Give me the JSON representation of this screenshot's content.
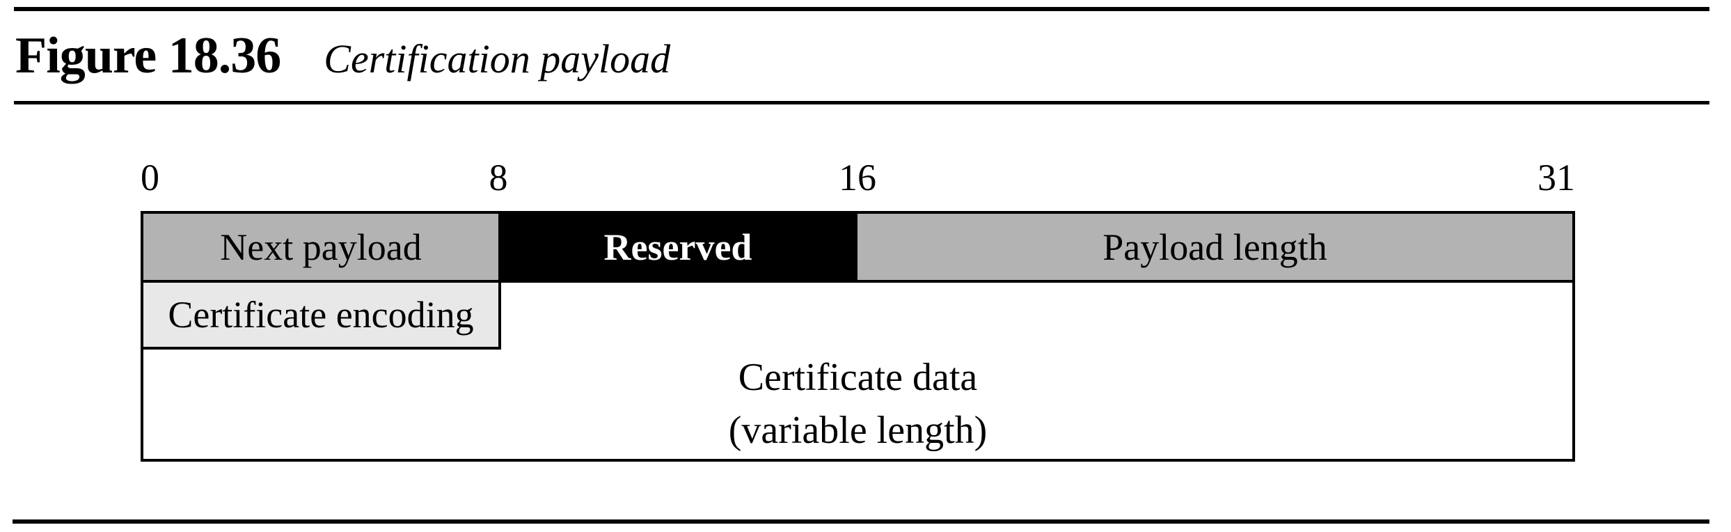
{
  "figure": {
    "label": "Figure 18.36",
    "caption": "Certification payload"
  },
  "diagram": {
    "bit_labels": [
      "0",
      "8",
      "16",
      "31"
    ],
    "fields": {
      "next_payload": "Next payload",
      "reserved": "Reserved",
      "payload_length": "Payload length",
      "certificate_encoding": "Certificate encoding",
      "certificate_data_line1": "Certificate data",
      "certificate_data_line2": "(variable length)"
    },
    "colors": {
      "field_gray": "#b3b3b3",
      "field_light_gray": "#e8e8e8",
      "reserved_background": "#000000",
      "reserved_text": "#ffffff",
      "rule_color": "#000000"
    }
  }
}
